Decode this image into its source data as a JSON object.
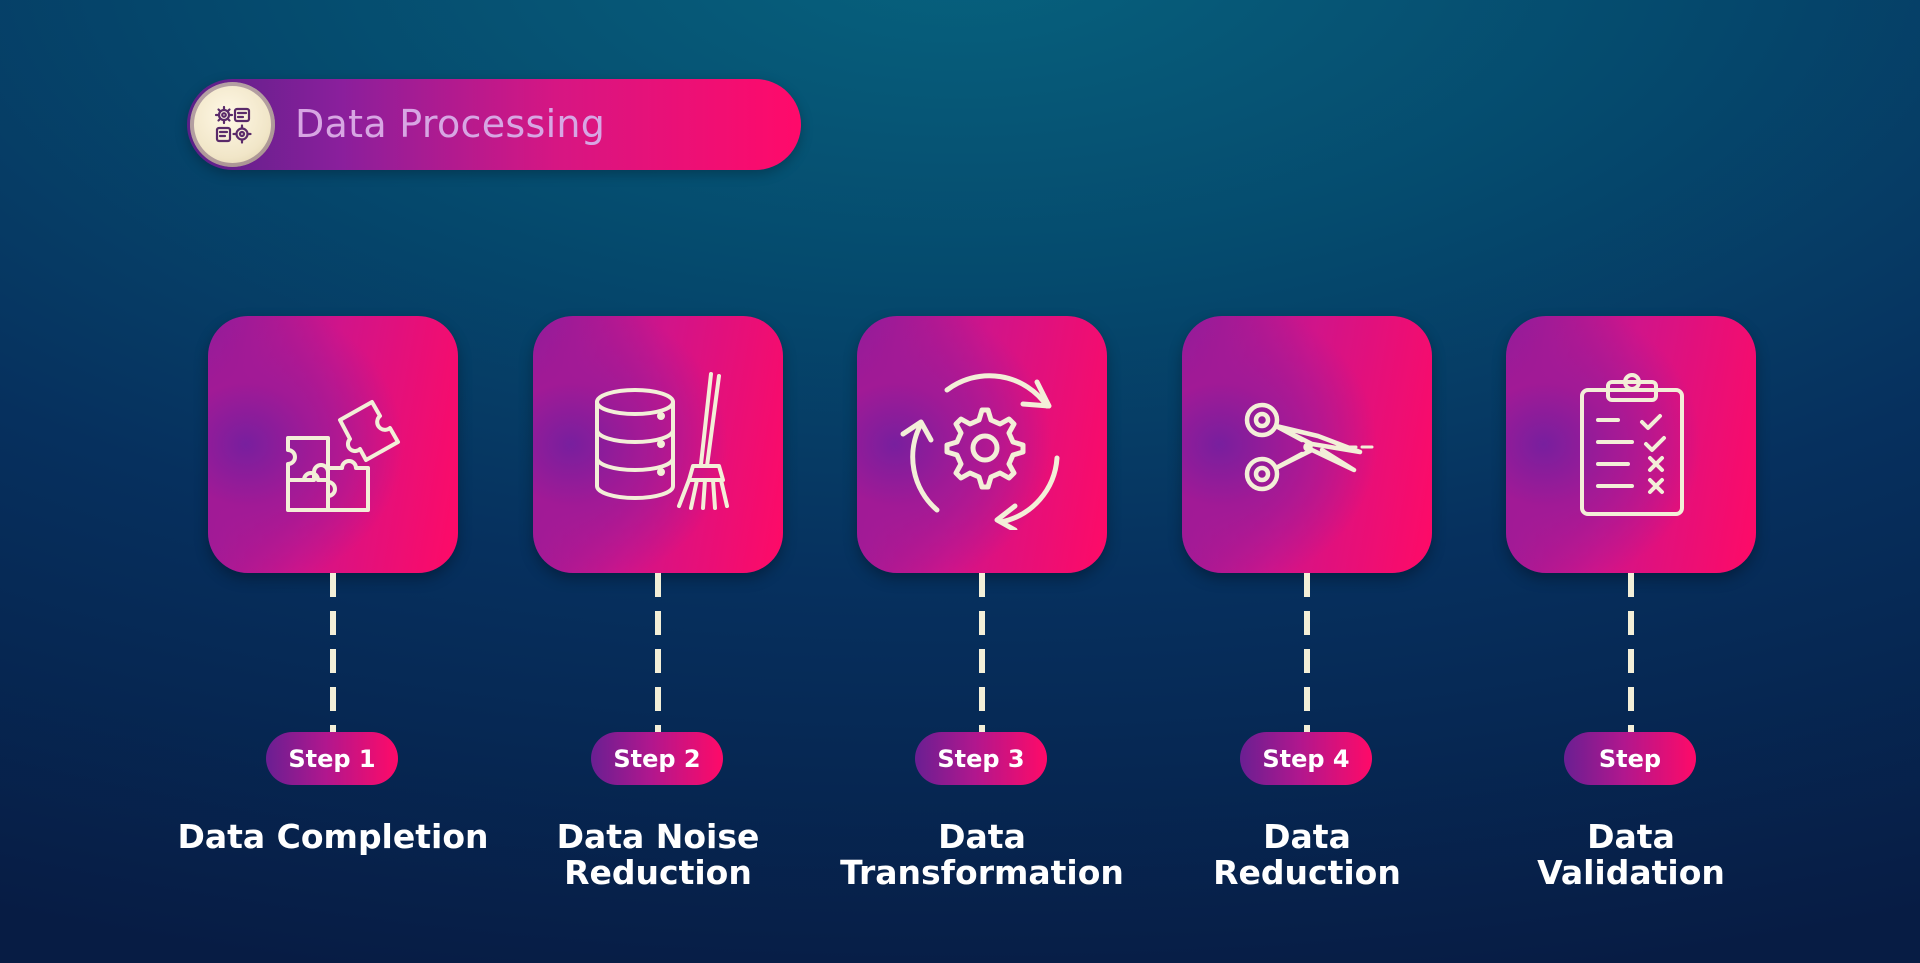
{
  "header": {
    "title": "Data Processing",
    "badge_icon": "gears-settings-icon"
  },
  "colors": {
    "background_top": "#07627e",
    "background_bottom": "#071c44",
    "accent_pink": "#ff0a6a",
    "accent_purple": "#8a1f9c",
    "icon_stroke": "#f3efd8"
  },
  "steps": [
    {
      "badge": "Step 1",
      "label": "Data Completion",
      "icon": "puzzle-pieces-icon"
    },
    {
      "badge": "Step 2",
      "label": "Data Noise\nReduction",
      "icon": "database-broom-icon"
    },
    {
      "badge": "Step 3",
      "label": "Data\nTransformation",
      "icon": "gear-cycle-icon"
    },
    {
      "badge": "Step 4",
      "label": "Data\nReduction",
      "icon": "scissors-icon"
    },
    {
      "badge": "Step",
      "label": "Data\nValidation",
      "icon": "clipboard-checklist-icon"
    }
  ]
}
